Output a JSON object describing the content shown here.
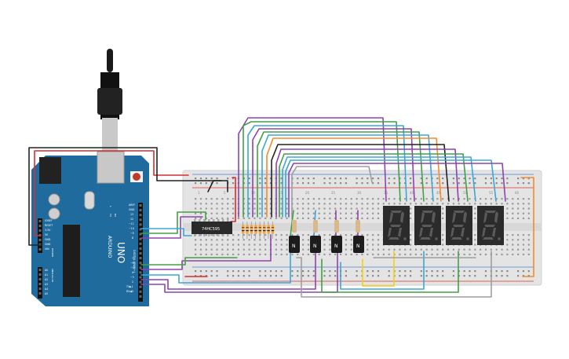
{
  "arduino": {
    "brand": "ARDUINO",
    "model": "UNO",
    "digital_header": "DIGITAL (PWM~)",
    "pins_top": [
      "AREF",
      "GND",
      "13",
      "12",
      "~11",
      "~10",
      "~9",
      "8"
    ],
    "pins_bottom": [
      "7",
      "~6",
      "~5",
      "4",
      "~3",
      "2",
      "TX▶1",
      "RX◀0"
    ],
    "power_pins": [
      "IOREF",
      "RESET",
      "3.3V",
      "5V",
      "GND",
      "GND",
      "VIN"
    ],
    "analog_pins": [
      "A0",
      "A1",
      "A2",
      "A3",
      "A4",
      "A5"
    ],
    "power_label": "POWER",
    "analog_label": "ANALOG IN",
    "tx_rx": [
      "TX",
      "RX"
    ],
    "led_l": "L"
  },
  "shift_register": {
    "label": "74HC595"
  },
  "breadboard": {
    "columns": [
      "1",
      "5",
      "10",
      "15",
      "20",
      "25",
      "30",
      "35",
      "40",
      "45",
      "50",
      "55",
      "60"
    ]
  },
  "transistors": {
    "labels": [
      "N",
      "N",
      "N",
      "N"
    ]
  },
  "display": {
    "digit_count": 4
  },
  "colors": {
    "board_blue": "#1f6b9e",
    "breadboard": "#e6e6e6",
    "wire_red": "#d32f2f",
    "wire_green": "#43a047",
    "wire_purple": "#8e44ad",
    "wire_cyan": "#3ba7d6",
    "wire_orange": "#f28c28",
    "wire_black": "#222222",
    "wire_gray": "#9e9e9e",
    "wire_yellow": "#f5d20a",
    "segment_off": "#5a5a5a"
  }
}
